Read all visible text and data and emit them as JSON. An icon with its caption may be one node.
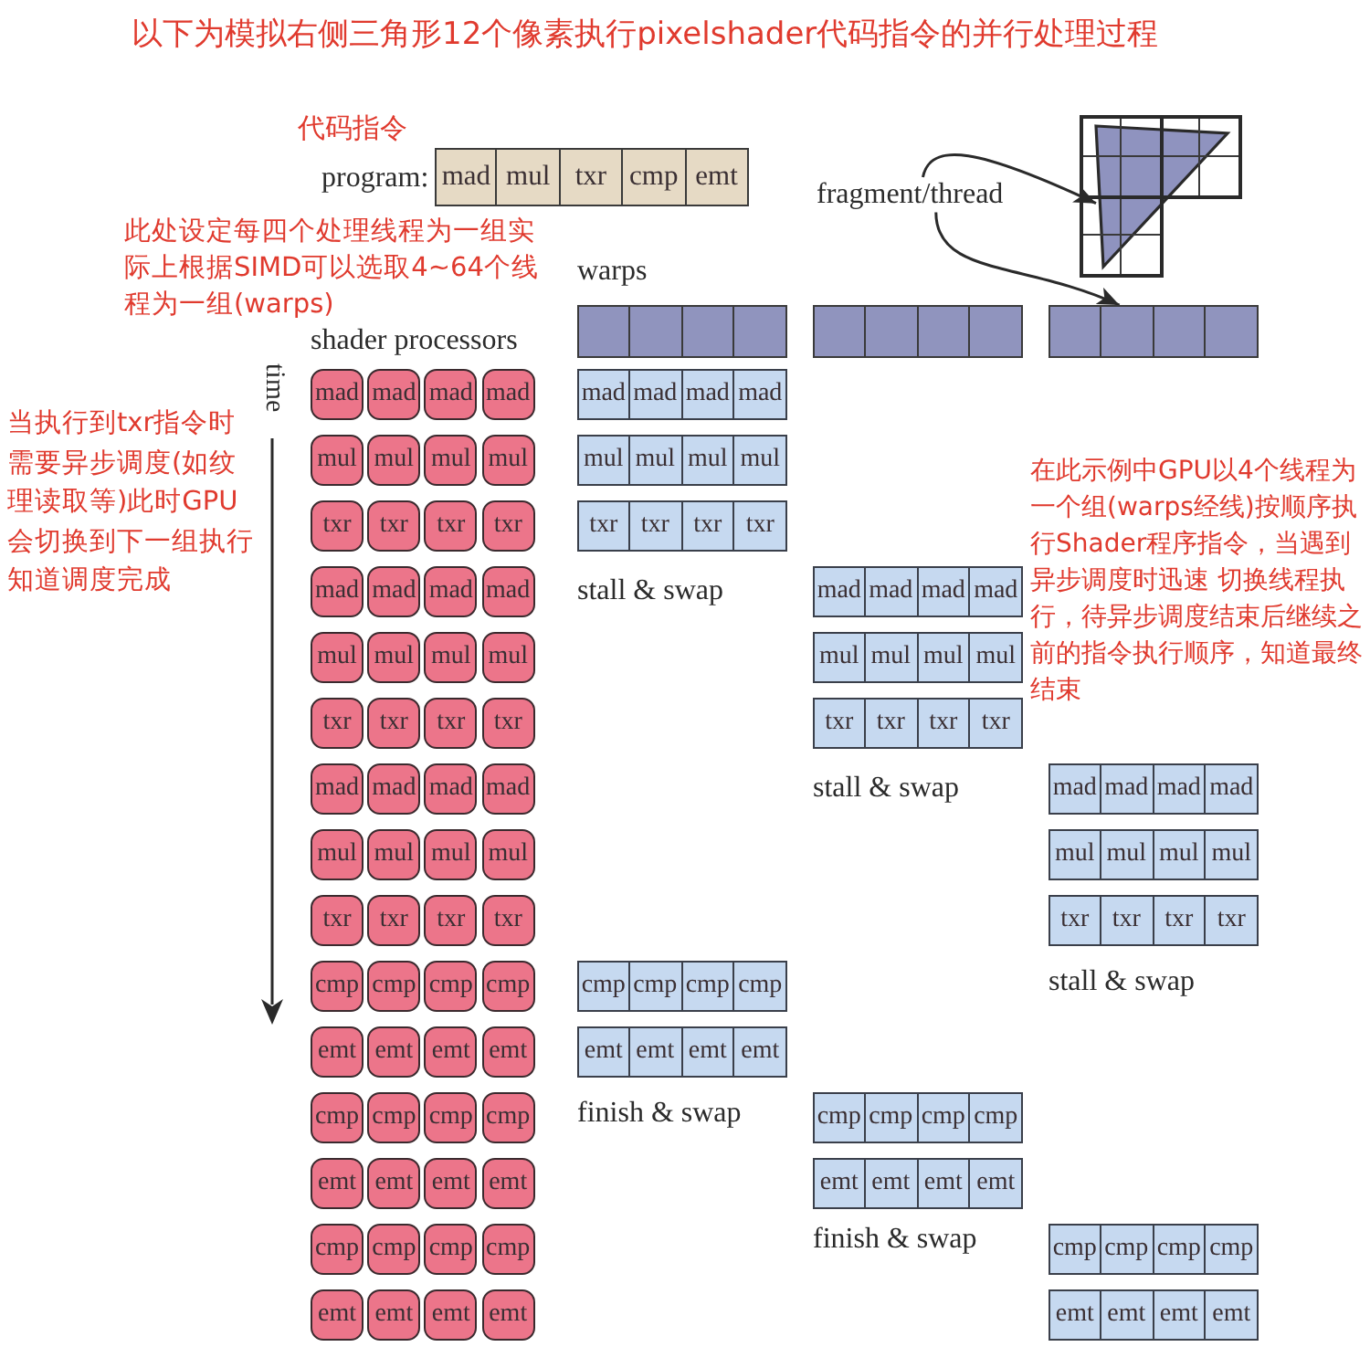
{
  "diagram": {
    "title": "以下为模拟右侧三角形12个像素执行pixelshader代码指令的并行处理过程",
    "nodes": [
      {
        "text": [
          "mad"
        ]
      },
      {
        "text": [
          "mul"
        ]
      },
      {
        "text": [
          "txr"
        ]
      },
      {
        "text": [
          "cmp"
        ]
      },
      {
        "text": [
          "emt"
        ]
      },
      {
        "text": [
          "fragment/thread"
        ]
      },
      {
        "text": [],
        "shape": "triangle"
      },
      {
        "text": [],
        "shape": "box"
      },
      {
        "text": [],
        "shape": "box"
      },
      {
        "text": [],
        "shape": "box"
      },
      {
        "text": [],
        "shape": "box"
      },
      {
        "text": [],
        "shape": "box"
      },
      {
        "text": [],
        "shape": "box"
      },
      {
        "text": [],
        "shape": "box"
      },
      {
        "text": [],
        "shape": "box"
      },
      {
        "text": [],
        "shape": "box"
      },
      {
        "text": [],
        "shape": "box"
      },
      {
        "text": [],
        "shape": "box"
      },
      {
        "text": [],
        "shape": "box"
      },
      {
        "text": [
          "mad"
        ]
      },
      {
        "text": [
          "mad"
        ]
      },
      {
        "text": [
          "mad"
        ]
      },
      {
        "text": [
          "mad"
        ]
      },
      {
        "text": [
          "mul"
        ]
      },
      {
        "text": [
          "mul"
        ]
      },
      {
        "text": [
          "mul"
        ]
      },
      {
        "text": [
          "mul"
        ]
      },
      {
        "text": [
          "txr"
        ]
      },
      {
        "text": [
          "txr"
        ]
      },
      {
        "text": [
          "txr"
        ]
      },
      {
        "text": [
          "txr"
        ]
      },
      {
        "text": [
          "mad"
        ]
      },
      {
        "text": [
          "mad"
        ]
      },
      {
        "text": [
          "mad"
        ]
      },
      {
        "text": [
          "mad"
        ]
      },
      {
        "text": [
          "mul"
        ]
      },
      {
        "text": [
          "mul"
        ]
      },
      {
        "text": [
          "mul"
        ]
      },
      {
        "text": [
          "mul"
        ]
      },
      {
        "text": [
          "txr"
        ]
      },
      {
        "text": [
          "txr"
        ]
      },
      {
        "text": [
          "txr"
        ]
      },
      {
        "text": [
          "txr"
        ]
      },
      {
        "text": [
          "mad"
        ]
      },
      {
        "text": [
          "mad"
        ]
      },
      {
        "text": [
          "mad"
        ]
      },
      {
        "text": [
          "mad"
        ]
      },
      {
        "text": [
          "mul"
        ]
      },
      {
        "text": [
          "mul"
        ]
      },
      {
        "text": [
          "mul"
        ]
      },
      {
        "text": [
          "mul"
        ]
      },
      {
        "text": [
          "txr"
        ]
      },
      {
        "text": [
          "txr"
        ]
      },
      {
        "text": [
          "txr"
        ]
      },
      {
        "text": [
          "txr"
        ]
      },
      {
        "text": [
          "cmp"
        ]
      },
      {
        "text": [
          "cmp"
        ]
      },
      {
        "text": [
          "cmp"
        ]
      },
      {
        "text": [
          "cmp"
        ]
      },
      {
        "text": [
          "emt"
        ]
      },
      {
        "text": [
          "emt"
        ]
      },
      {
        "text": [
          "emt"
        ]
      },
      {
        "text": [
          "emt"
        ]
      },
      {
        "text": [
          "cmp"
        ]
      },
      {
        "text": [
          "cmp"
        ]
      },
      {
        "text": [
          "cmp"
        ]
      },
      {
        "text": [
          "cmp"
        ]
      },
      {
        "text": [
          "emt"
        ]
      },
      {
        "text": [
          "emt"
        ]
      },
      {
        "text": [
          "emt"
        ]
      },
      {
        "text": [
          "emt"
        ]
      },
      {
        "text": [
          "cmp"
        ]
      },
      {
        "text": [
          "cmp"
        ]
      },
      {
        "text": [
          "cmp"
        ]
      },
      {
        "text": [
          "cmp"
        ]
      },
      {
        "text": [
          "emt"
        ]
      },
      {
        "text": [
          "emt"
        ]
      },
      {
        "text": [
          "emt"
        ]
      },
      {
        "text": [
          "emt"
        ]
      },
      {
        "text": [
          "mad"
        ]
      },
      {
        "text": [
          "mad"
        ]
      },
      {
        "text": [
          "mad"
        ]
      },
      {
        "text": [
          "mad"
        ]
      },
      {
        "text": [
          "mul"
        ]
      },
      {
        "text": [
          "mul"
        ]
      },
      {
        "text": [
          "mul"
        ]
      },
      {
        "text": [
          "mul"
        ]
      },
      {
        "text": [
          "txr"
        ]
      },
      {
        "text": [
          "txr"
        ]
      },
      {
        "text": [
          "txr"
        ]
      },
      {
        "text": [
          "txr"
        ]
      },
      {
        "text": [
          "cmp"
        ]
      },
      {
        "text": [
          "cmp"
        ]
      },
      {
        "text": [
          "cmp"
        ]
      },
      {
        "text": [
          "cmp"
        ]
      },
      {
        "text": [
          "emt"
        ]
      },
      {
        "text": [
          "emt"
        ]
      },
      {
        "text": [
          "emt"
        ]
      },
      {
        "text": [
          "emt"
        ]
      },
      {
        "text": [
          "mad"
        ]
      },
      {
        "text": [
          "mad"
        ]
      },
      {
        "text": [
          "mad"
        ]
      },
      {
        "text": [
          "mad"
        ]
      },
      {
        "text": [
          "mul"
        ]
      },
      {
        "text": [
          "mul"
        ]
      },
      {
        "text": [
          "mul"
        ]
      },
      {
        "text": [
          "mul"
        ]
      },
      {
        "text": [
          "txr"
        ]
      },
      {
        "text": [
          "txr"
        ]
      },
      {
        "text": [
          "txr"
        ]
      },
      {
        "text": [
          "txr"
        ]
      },
      {
        "text": [
          "cmp"
        ]
      },
      {
        "text": [
          "cmp"
        ]
      },
      {
        "text": [
          "cmp"
        ]
      },
      {
        "text": [
          "cmp"
        ]
      },
      {
        "text": [
          "emt"
        ]
      },
      {
        "text": [
          "emt"
        ]
      },
      {
        "text": [
          "emt"
        ]
      },
      {
        "text": [
          "emt"
        ]
      },
      {
        "text": [
          "mad"
        ]
      },
      {
        "text": [
          "mad"
        ]
      },
      {
        "text": [
          "mad"
        ]
      },
      {
        "text": [
          "mad"
        ]
      },
      {
        "text": [
          "mul"
        ]
      },
      {
        "text": [
          "mul"
        ]
      },
      {
        "text": [
          "mul"
        ]
      },
      {
        "text": [
          "mul"
        ]
      },
      {
        "text": [
          "txr"
        ]
      },
      {
        "text": [
          "txr"
        ]
      },
      {
        "text": [
          "txr"
        ]
      },
      {
        "text": [
          "txr"
        ]
      },
      {
        "text": [
          "cmp"
        ]
      },
      {
        "text": [
          "cmp"
        ]
      },
      {
        "text": [
          "cmp"
        ]
      },
      {
        "text": [
          "cmp"
        ]
      },
      {
        "text": [
          "emt"
        ]
      },
      {
        "text": [
          "emt"
        ]
      },
      {
        "text": [
          "emt"
        ]
      },
      {
        "text": [
          "emt"
        ]
      }
    ],
    "edges": [
      {
        "from": 5,
        "to": 6,
        "arrow": "to"
      },
      {
        "from": 5,
        "to": 16,
        "arrow": "to"
      }
    ],
    "labels": [
      "代码指令",
      "program:",
      "此处设定每四个处理线程为一组实际上根据SIMD可以选取4~64个线程为一组(warps)",
      "warps",
      "shader processors",
      "time",
      "当执行到txr指令时需要异步调度(如纹理读取等)此时GPU会切换到下一组执行知道调度完成",
      "在此示例中GPU以4个线程为一个组(warps经线)按顺序执行Shader程序指令，当遇到异步调度时迅速 切换线程执行，待异步调度结束后继续之前的指令执行顺序，知道最终结束",
      "stall & swap",
      "stall & swap",
      "stall & swap",
      "finish & swap",
      "finish & swap"
    ]
  }
}
